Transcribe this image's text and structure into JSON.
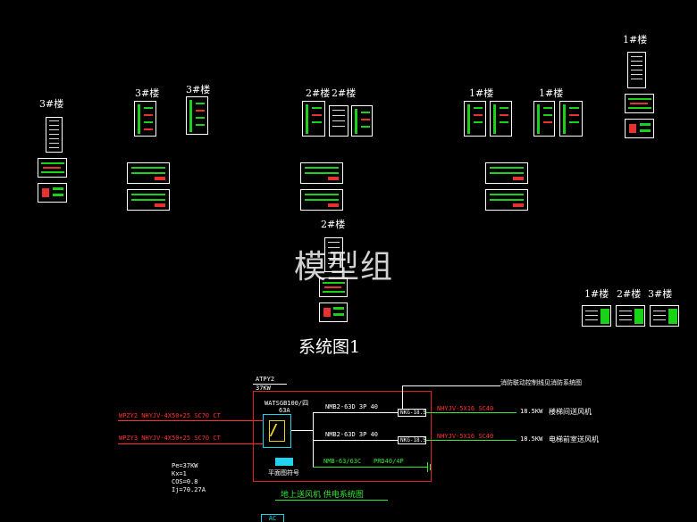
{
  "drawing": {
    "building_labels": {
      "b3_left": "3#楼",
      "b3_a": "3#楼",
      "b3_b": "3#楼",
      "b2_a": "2#楼",
      "b2_b": "2#楼",
      "b1_a": "1#楼",
      "b1_b": "1#楼",
      "b1_top": "1#楼",
      "b2_center": "2#楼",
      "b1_right": "1#楼",
      "b2_right": "2#楼",
      "b3_right": "3#楼"
    },
    "watermark": "模型组",
    "section_title": "系统图1",
    "schematic": {
      "panel_id": "ATPY2",
      "panel_power": "37KW",
      "breaker_top": "WATSGB100/四",
      "breaker_amp": "63A",
      "atse_note": "平面图符号",
      "feed1": "WPZY2  NHYJV-4X50+25  SC70  CT",
      "feed2": "WPZY3  NHYJV-4X50+25  SC70  CT",
      "pe": "Pe=37KW",
      "kx": "Kx=1",
      "cos": "COS=0.8",
      "ij": "Ij=70.27A",
      "out1_breaker": "NMB2-63D  3P  40",
      "out1_contactor": "NKG-18.5",
      "out1_cable": "NHYJV-5X16  SC40",
      "out1_power": "18.5KW",
      "out1_name": "楼梯间送风机",
      "out2_breaker": "NMB2-63D  3P  40",
      "out2_contactor": "NKG-18.5",
      "out2_cable": "NHYJV-5X16  SC40",
      "out2_power": "18.5KW",
      "out2_name": "电梯前室送风机",
      "out3_breaker": "NMB-63/63C",
      "out3_spd": "PRD40/4P",
      "fire_link_note": "消防联动控制线见消防系统图",
      "caption": "地上送风机   供电系统图",
      "bottom_tag": "AC"
    }
  }
}
